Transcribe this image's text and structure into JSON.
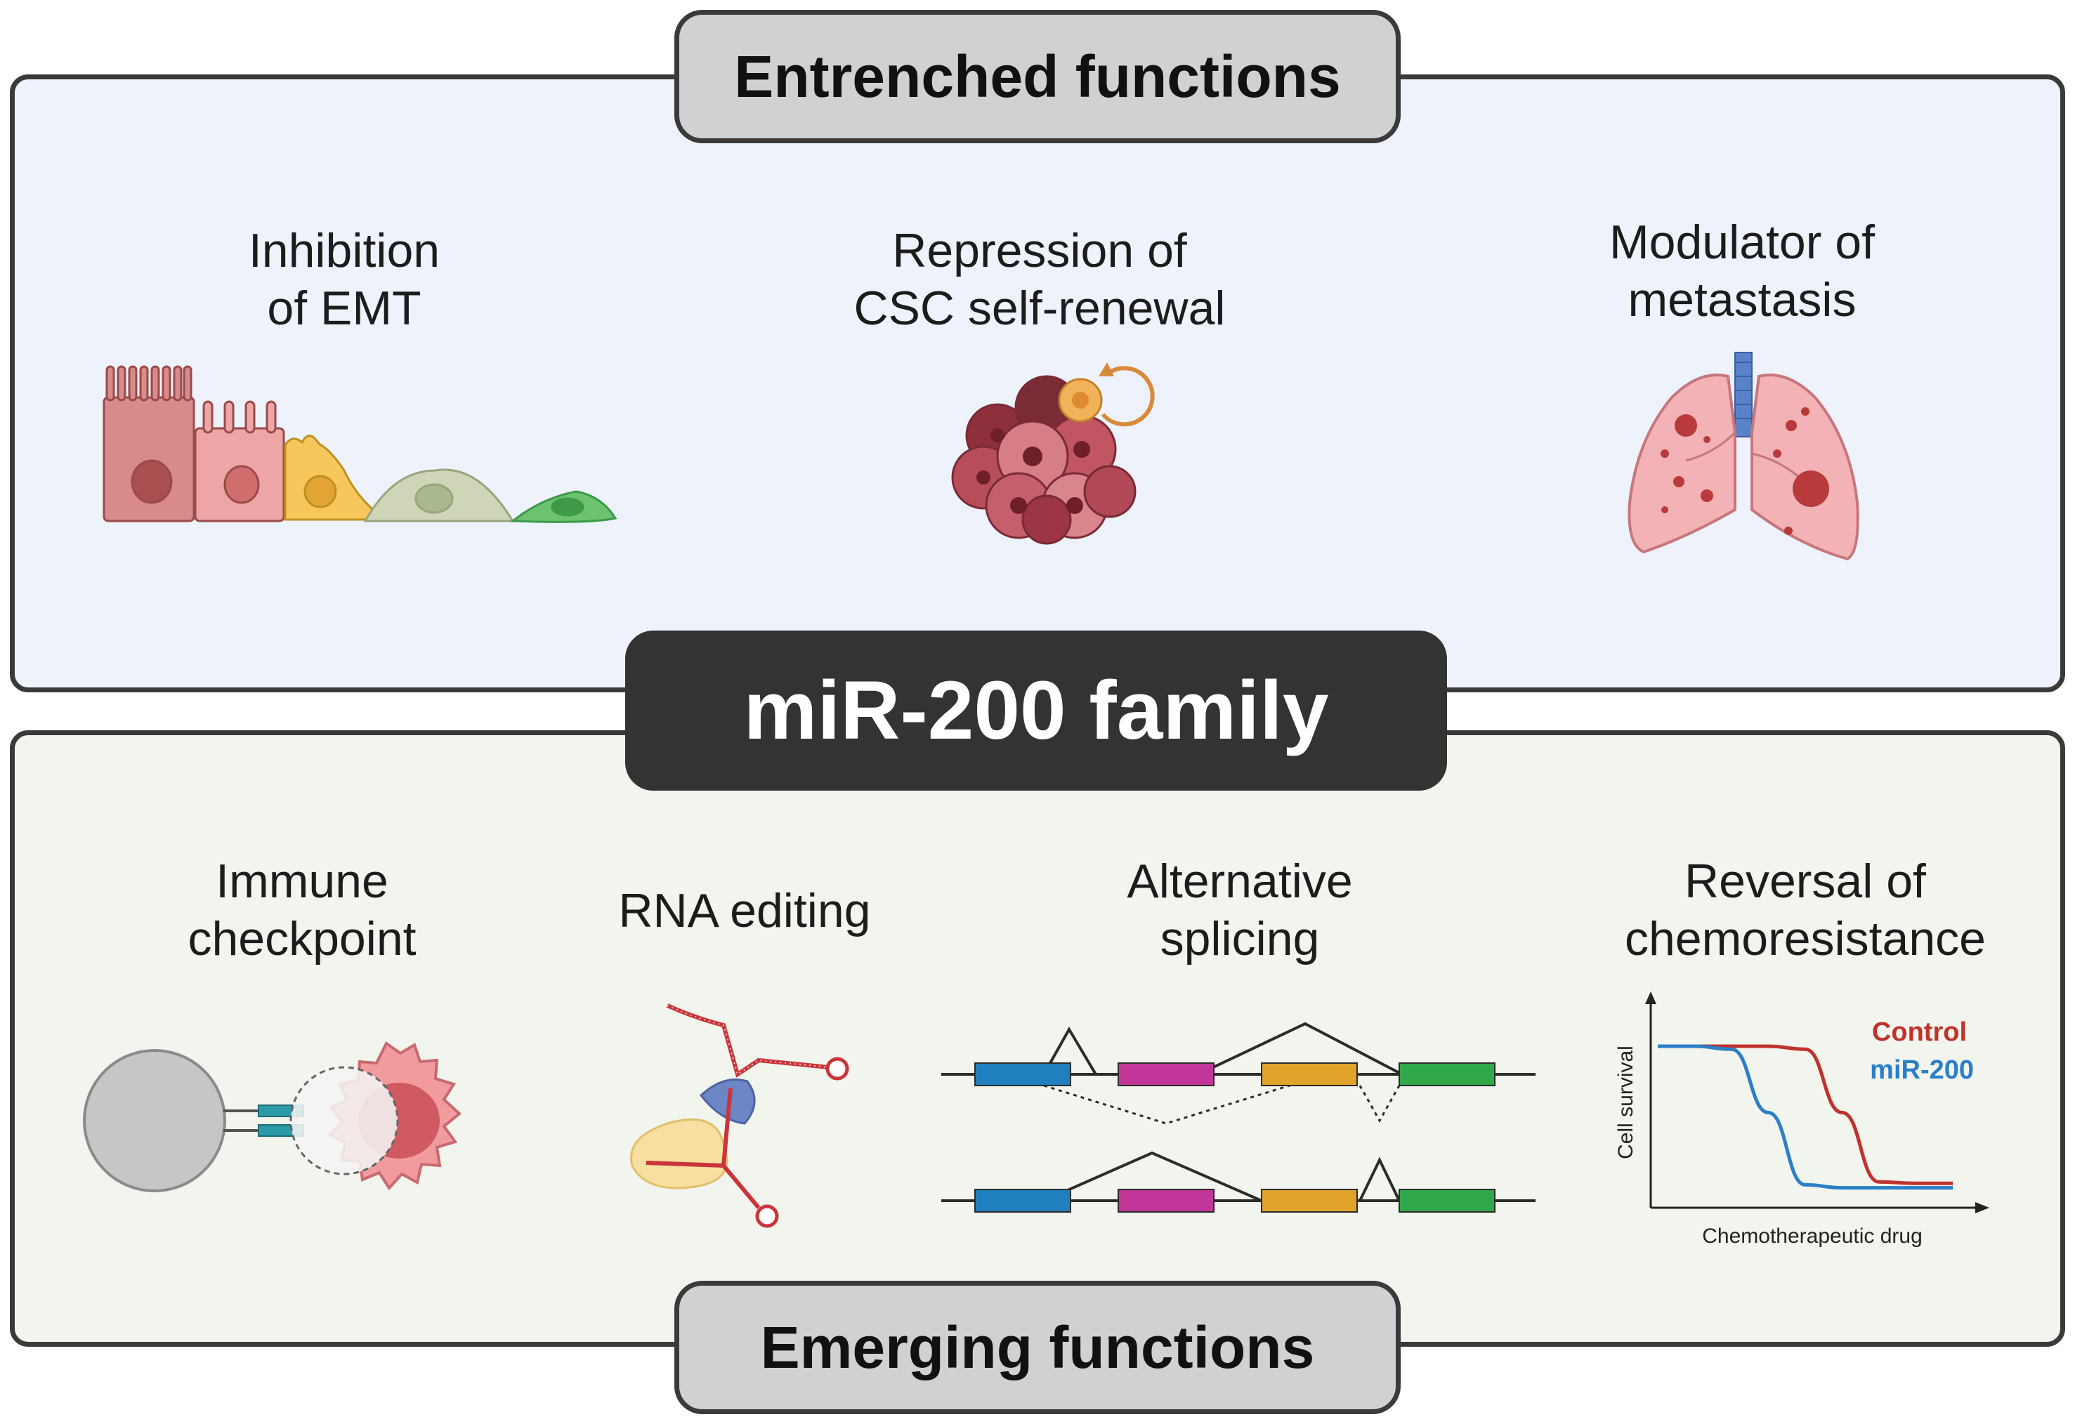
{
  "header": {
    "title": "Entrenched functions"
  },
  "center": {
    "title": "miR-200 family"
  },
  "footer": {
    "title": "Emerging functions"
  },
  "entrenched": [
    {
      "lines": [
        "Inhibition",
        "of EMT"
      ],
      "icon": "emt-cells-icon"
    },
    {
      "lines": [
        "Repression of",
        "CSC self-renewal"
      ],
      "icon": "tumor-spheroid-icon"
    },
    {
      "lines": [
        "Modulator of",
        "metastasis"
      ],
      "icon": "lungs-icon"
    }
  ],
  "emerging": [
    {
      "lines": [
        "Immune",
        "checkpoint"
      ],
      "icon": "immune-synapse-icon"
    },
    {
      "lines": [
        "RNA editing"
      ],
      "icon": "rna-editing-icon"
    },
    {
      "lines": [
        "Alternative",
        "splicing"
      ],
      "icon": "exon-splicing-icon"
    },
    {
      "lines": [
        "Reversal of",
        "chemoresistance"
      ],
      "icon": "survival-curve-icon"
    }
  ],
  "chart_data": {
    "type": "line",
    "xlabel": "Chemotherapeutic drug",
    "ylabel": "Cell survival",
    "series": [
      {
        "name": "Control",
        "color": "#c0322b",
        "values": [
          1.0,
          1.0,
          1.0,
          1.0,
          0.98,
          0.55,
          0.08,
          0.07,
          0.07
        ]
      },
      {
        "name": "miR-200",
        "color": "#2a7fc8",
        "values": [
          1.0,
          1.0,
          0.98,
          0.55,
          0.06,
          0.04,
          0.04,
          0.04,
          0.04
        ]
      }
    ],
    "grid": false,
    "legend": "top-right"
  },
  "colors": {
    "border": "#3a3a3a",
    "top_panel": "#eef3fb",
    "bottom_panel": "#f2f4ee",
    "pill": "#d0d1d2",
    "center": "#333333"
  }
}
